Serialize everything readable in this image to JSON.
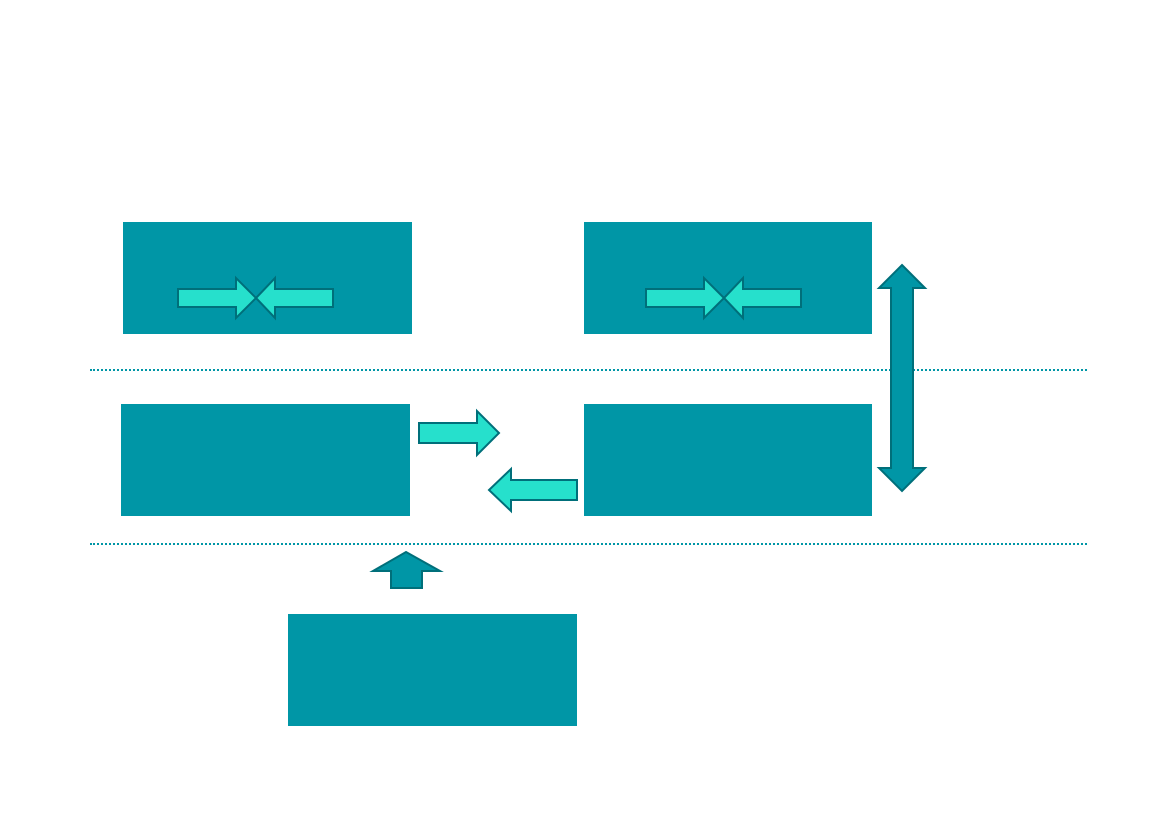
{
  "colors": {
    "box_fill": "#0096a6",
    "arrow_light_fill": "#26e0cc",
    "arrow_dark_fill": "#0096a6",
    "arrow_stroke": "#006f7a",
    "divider": "#0096a6",
    "background": "#ffffff"
  },
  "diagram": {
    "boxes": [
      "",
      "",
      "",
      "",
      ""
    ],
    "arrows": [
      {
        "type": "converging-pair",
        "icon": "converging-arrows-icon"
      },
      {
        "type": "converging-pair",
        "icon": "converging-arrows-icon"
      },
      {
        "type": "right",
        "icon": "arrow-right-icon"
      },
      {
        "type": "left",
        "icon": "arrow-left-icon"
      },
      {
        "type": "up",
        "icon": "arrow-up-icon"
      },
      {
        "type": "double-vertical",
        "icon": "double-arrow-vertical-icon"
      }
    ],
    "dividers": [
      "dotted",
      "dotted"
    ]
  }
}
